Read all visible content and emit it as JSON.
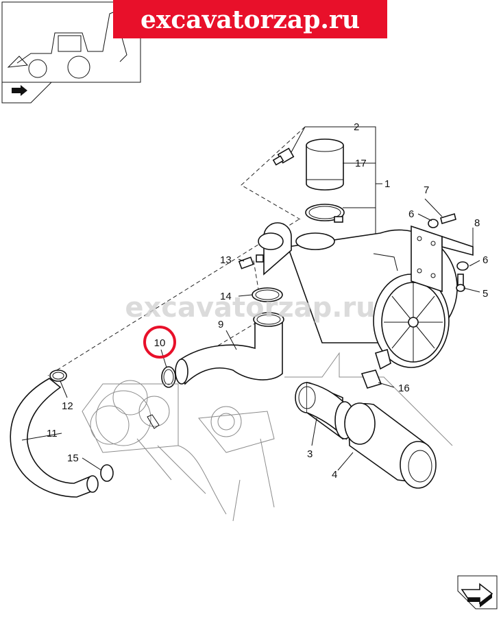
{
  "banner": {
    "text": "excavatorzap.ru",
    "color": "#e8102a"
  },
  "watermark": {
    "text": "excavatorzap.ru"
  },
  "highlight": {
    "label": "10",
    "color": "#e8102a"
  },
  "callouts": {
    "c1": "1",
    "c2": "2",
    "c3": "3",
    "c4": "4",
    "c5": "5",
    "c6a": "6",
    "c6b": "6",
    "c7": "7",
    "c8": "8",
    "c9": "9",
    "c11": "11",
    "c12": "12",
    "c13": "13",
    "c14": "14",
    "c15": "15",
    "c16": "16",
    "c17": "17"
  },
  "icons": {
    "thumbnail": "backhoe-loader-icon",
    "nav_top": "arrow-book-icon",
    "nav_bottom": "next-page-arrow-icon"
  }
}
